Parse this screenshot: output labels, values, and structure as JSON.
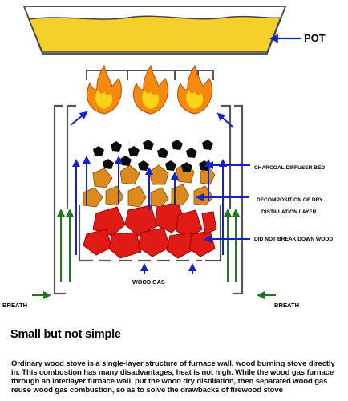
{
  "labels": {
    "pot": "POT",
    "charcoal": "CHARCOAL DIFFUSER BED",
    "decomposition_line1": "DECOMPOSITION OF DRY",
    "decomposition_line2": "DISTILLATION LAYER",
    "not_break_down": "DID NOT BREAK DOWN WOOD",
    "wood_gas": "WOOD GAS",
    "breath_left": "BREATH",
    "breath_right": "BREATH"
  },
  "heading": "Small but not simple",
  "body": "Ordinary wood stove is a single-layer structure of furnace wall, wood burning stove directly in. This combustion has many disadvantages, heat is not high. While the wood gas furnace through an interlayer furnace wall, put the wood dry distillation, then separated wood gas reuse wood gas combustion, so as to solve the drawbacks of firewood stove",
  "colors": {
    "pot_fill": "#f5cf2a",
    "charcoal": "#0b0b0b",
    "dry_distillation": "#dc8a1e",
    "raw_wood": "#e01a14",
    "arrow_blue": "#1424c8",
    "arrow_green": "#1d7a1d",
    "flame_outer": "#f58a0e",
    "flame_inner": "#ffd21a"
  }
}
